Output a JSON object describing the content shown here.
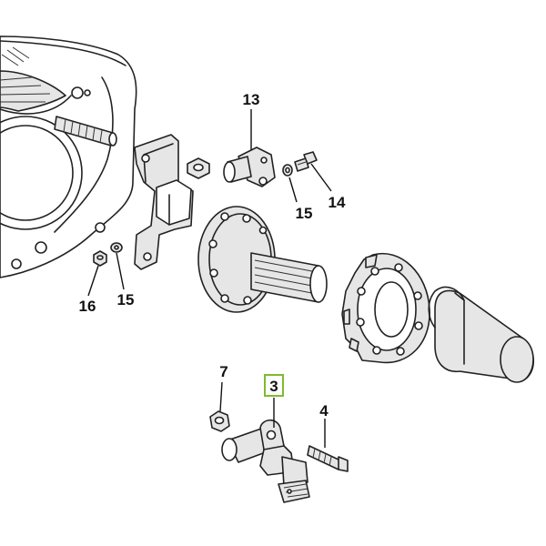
{
  "callouts": {
    "c13": "13",
    "c14": "14",
    "c15a": "15",
    "c15b": "15",
    "c16": "16",
    "c7": "7",
    "c3": "3",
    "c4": "4"
  },
  "colors": {
    "highlight": "#7dbb2f",
    "part_fill": "#e6e6e6",
    "line": "#222222"
  }
}
